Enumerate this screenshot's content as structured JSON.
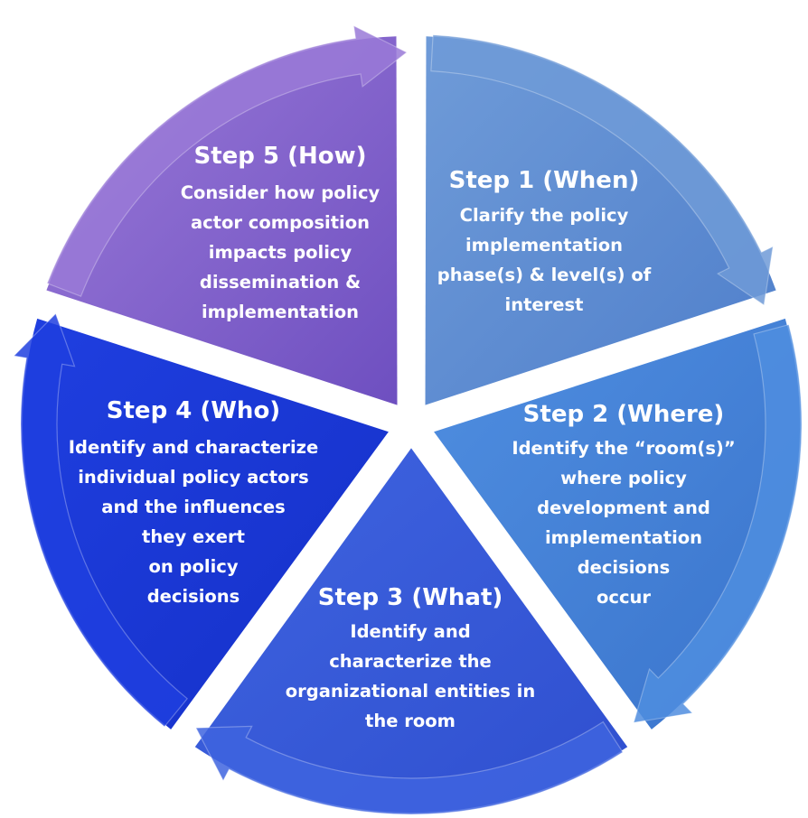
{
  "steps": [
    {
      "title": "Step 1 (When)",
      "lines": [
        "Clarify the policy",
        "implementation",
        "phase(s) & level(s) of",
        "interest"
      ],
      "color_light": "#6f9bd8",
      "color_dark": "#4f7fcb"
    },
    {
      "title": "Step 2 (Where)",
      "lines": [
        "Identify the “room(s)”",
        "where policy",
        "development and",
        "implementation",
        "decisions",
        "occur"
      ],
      "color_light": "#4f8ee0",
      "color_dark": "#3a74cc"
    },
    {
      "title": "Step 3 (What)",
      "lines": [
        "Identify and",
        "characterize the",
        "organizational entities in",
        "the room"
      ],
      "color_light": "#3f64e0",
      "color_dark": "#2f4fcf"
    },
    {
      "title": "Step 4 (Who)",
      "lines": [
        "Identify and characterize",
        "individual policy actors",
        "and the influences",
        "they exert",
        "on policy",
        "decisions"
      ],
      "color_light": "#1f3fe0",
      "color_dark": "#1530c8"
    },
    {
      "title": "Step 5 (How)",
      "lines": [
        "Consider how policy",
        "actor composition",
        "impacts policy",
        "dissemination &",
        "implementation"
      ],
      "color_light": "#9a7ad8",
      "color_dark": "#6e4fc0"
    }
  ]
}
